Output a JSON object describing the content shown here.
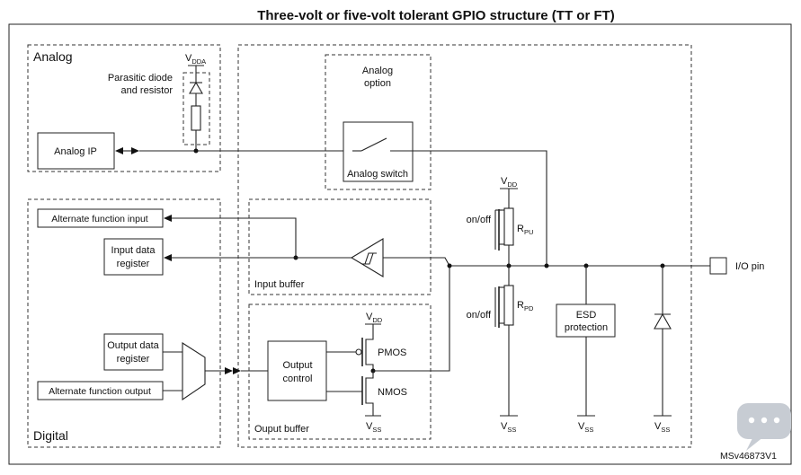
{
  "title": "Three-volt or five-volt tolerant GPIO structure (TT or FT)",
  "labels": {
    "analog": "Analog",
    "digital": "Digital",
    "parasitic_1": "Parasitic diode",
    "parasitic_2": "and resistor",
    "vdda_main": "V",
    "vdda_sub": "DDA",
    "analog_ip": "Analog IP",
    "analog_option_1": "Analog",
    "analog_option_2": "option",
    "analog_switch": "Analog switch",
    "alt_input": "Alternate function input",
    "input_reg_1": "Input data",
    "input_reg_2": "register",
    "input_buffer": "Input buffer",
    "output_reg_1": "Output data",
    "output_reg_2": "register",
    "alt_output": "Alternate function output",
    "output_control_1": "Output",
    "output_control_2": "control",
    "output_buffer": "Ouput buffer",
    "pmos": "PMOS",
    "nmos": "NMOS",
    "v": "V",
    "dd": "DD",
    "ss": "SS",
    "r": "R",
    "pu": "PU",
    "pd": "PD",
    "on_off": "on/off",
    "esd_1": "ESD",
    "esd_2": "protection",
    "io_pin": "I/O pin",
    "ref": "MSv46873V1"
  }
}
